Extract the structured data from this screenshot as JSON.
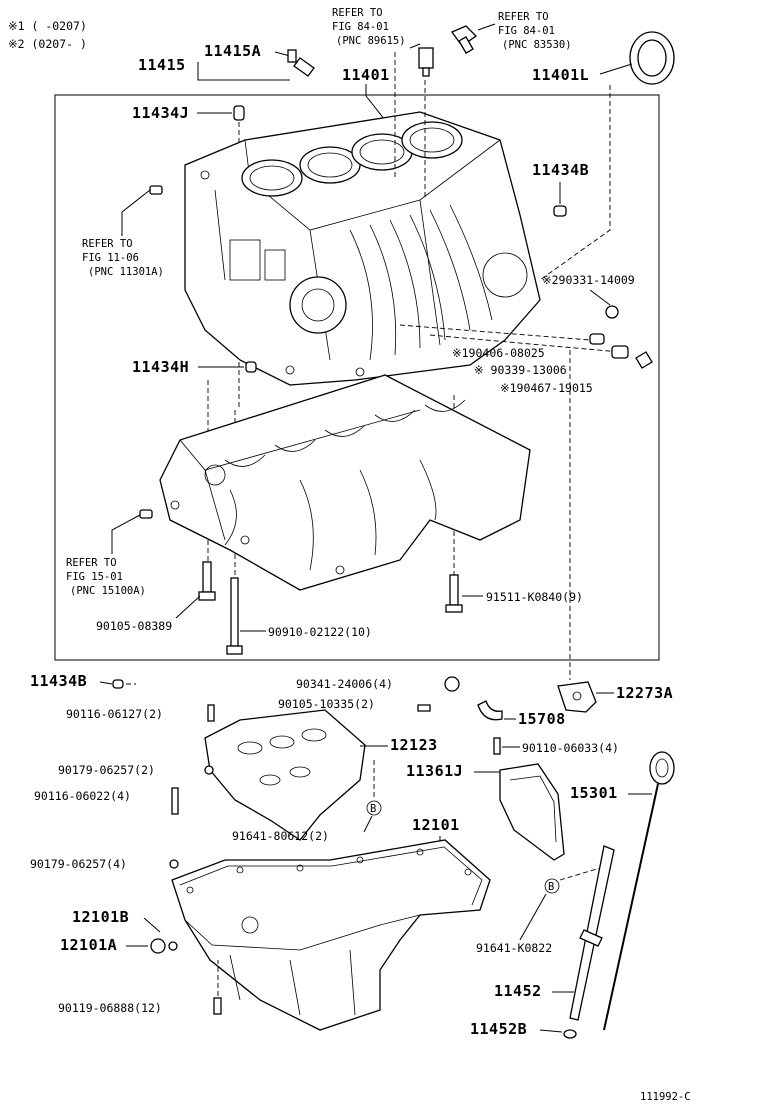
{
  "notes": {
    "n1": "※1 (      -0207)",
    "n2": "※2 (0207-      )"
  },
  "refs": {
    "fig84a_line1": "REFER TO",
    "fig84a_line2": "FIG 84-01",
    "fig84a_line3": "(PNC 89615)",
    "fig84b_line1": "REFER TO",
    "fig84b_line2": "FIG 84-01",
    "fig84b_line3": "(PNC 83530)",
    "fig1106_line1": "REFER TO",
    "fig1106_line2": "FIG 11-06",
    "fig1106_line3": "(PNC 11301A)",
    "fig1501_line1": "REFER TO",
    "fig1501_line2": "FIG 15-01",
    "fig1501_line3": "(PNC 15100A)"
  },
  "parts": {
    "p11415": "11415",
    "p11415A": "11415A",
    "p11401": "11401",
    "p11401L": "11401L",
    "p11434J": "11434J",
    "p11434B_top": "11434B",
    "p90331": "※290331-14009",
    "p90406": "※190406-08025",
    "p90339": "※ 90339-13006",
    "p90467": "※190467-19015",
    "p11434H": "11434H",
    "p91511": "91511-K0840(9)",
    "p90105a": "90105-08389",
    "p90910": "90910-02122(10)",
    "p11434B_bot": "11434B",
    "p90341": "90341-24006(4)",
    "p90105b": "90105-10335(2)",
    "p12273A": "12273A",
    "p90116a": "90116-06127(2)",
    "p15708": "15708",
    "p90110": "90110-06033(4)",
    "p12123": "12123",
    "p90179a": "90179-06257(2)",
    "p11361J": "11361J",
    "p15301": "15301",
    "p90116b": "90116-06022(4)",
    "p12101": "12101",
    "p91641a": "91641-80612(2)",
    "p90179b": "90179-06257(4)",
    "p12101B": "12101B",
    "p12101A": "12101A",
    "p91641b": "91641-K0822",
    "p11452": "11452",
    "p11452B": "11452B",
    "p90119": "90119-06888(12)",
    "markB": "B"
  },
  "footer": {
    "code": "111992-C"
  }
}
